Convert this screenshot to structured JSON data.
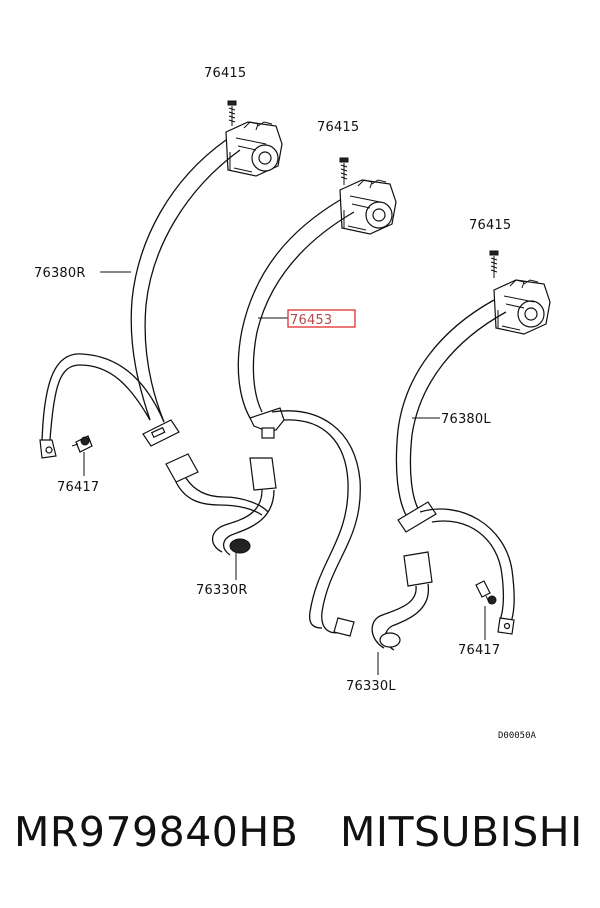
{
  "diagram": {
    "labels": {
      "bolt_left": "76415",
      "bolt_mid": "76415",
      "bolt_right": "76415",
      "belt_r": "76380R",
      "highlighted_part": "76453",
      "belt_l": "76380L",
      "anchor_left": "76417",
      "anchor_right": "76417",
      "buckle_r": "76330R",
      "buckle_l": "76330L",
      "drawing_code": "D00050A"
    },
    "highlight_color": "#e03030"
  },
  "footer": {
    "part_number": "MR979840HB",
    "brand": "MITSUBISHI"
  }
}
